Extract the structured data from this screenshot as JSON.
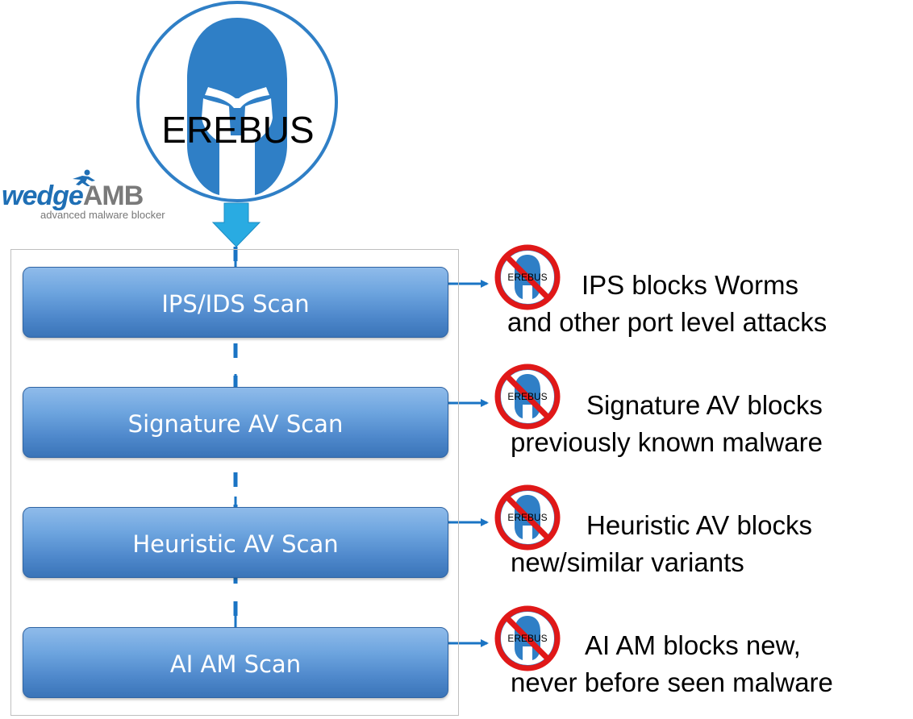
{
  "brand": {
    "emblem_text": "EREBUS",
    "logo_text_wedge": "wedge",
    "logo_text_amb": "AMB",
    "logo_tagline": "advanced malware blocker"
  },
  "colors": {
    "accent_blue": "#2f7fc6",
    "arrow_blue": "#1a74c4",
    "prohibit_red": "#e01818",
    "arrow_down_fill": "#29abe2"
  },
  "stages": [
    {
      "scan_label": "IPS/IDS Scan",
      "result_line1": "IPS blocks Worms",
      "result_line2": "and other port level attacks",
      "blocked_icon_text": "EREBUS"
    },
    {
      "scan_label": "Signature AV Scan",
      "result_line1": "Signature AV blocks",
      "result_line2": "previously known malware",
      "blocked_icon_text": "EREBUS"
    },
    {
      "scan_label": "Heuristic AV Scan",
      "result_line1": "Heuristic AV blocks",
      "result_line2": "new/similar variants",
      "blocked_icon_text": "EREBUS"
    },
    {
      "scan_label": "AI AM Scan",
      "result_line1": "AI AM blocks new,",
      "result_line2": "never before seen malware",
      "blocked_icon_text": "EREBUS"
    }
  ]
}
